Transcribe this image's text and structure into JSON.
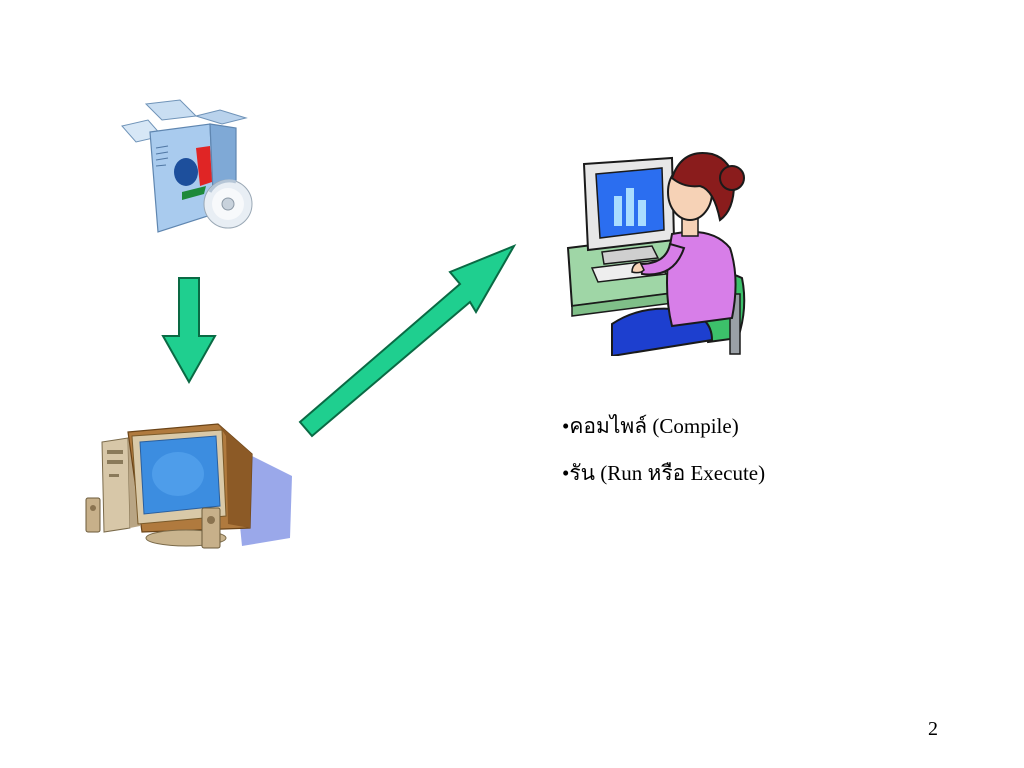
{
  "bullets": [
    {
      "marker": "•",
      "text": "คอมไพล์ (Compile)"
    },
    {
      "marker": "•",
      "text": "รัน (Run หรือ Execute)"
    }
  ],
  "page_number": "2",
  "colors": {
    "arrow_fill": "#1fcf8f",
    "arrow_stroke": "#0a6a44",
    "monitor_screen": "#3c8de0",
    "box_blue": "#9cc3e8"
  },
  "icons": [
    "software-box-icon",
    "down-arrow-icon",
    "desktop-computer-icon",
    "diagonal-arrow-icon",
    "woman-at-computer-icon"
  ]
}
